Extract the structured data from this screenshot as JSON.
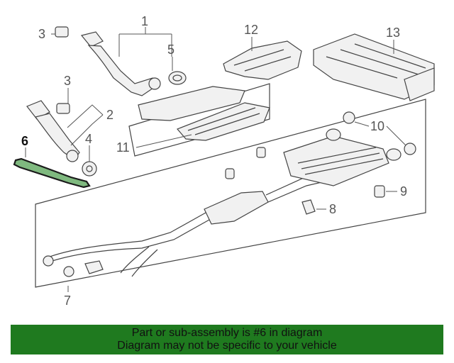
{
  "callouts": {
    "c1": "1",
    "c2": "2",
    "c3a": "3",
    "c3b": "3",
    "c4": "4",
    "c5": "5",
    "c6": "6",
    "c7": "7",
    "c8": "8",
    "c9": "9",
    "c10": "10",
    "c11": "11",
    "c12": "12",
    "c13": "13"
  },
  "highlighted_part": "6",
  "colors": {
    "banner_bg": "#1f7a1f",
    "highlight": "#7fb97f"
  },
  "banner": {
    "line1": "Part or sub-assembly is #6 in diagram",
    "line2": "Diagram may not be specific to your vehicle"
  }
}
